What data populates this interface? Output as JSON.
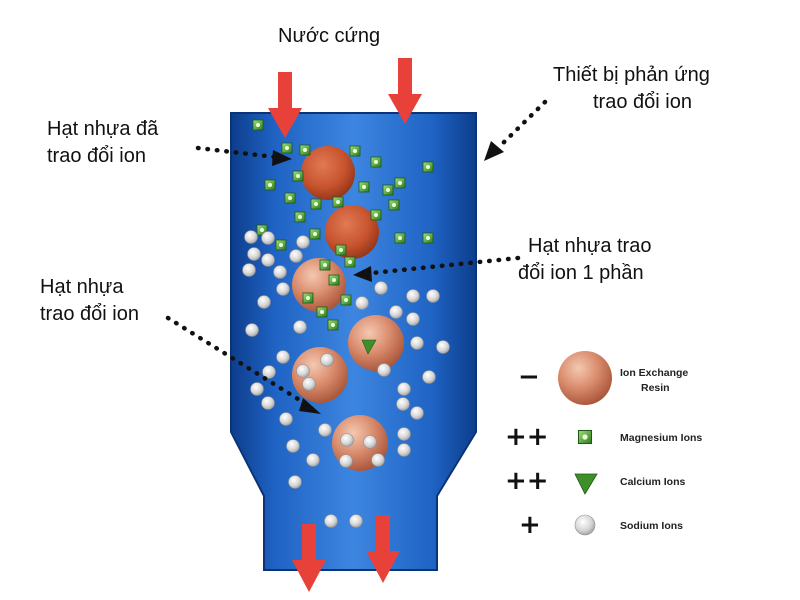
{
  "labels": {
    "hard_water": "Nước cứng",
    "reactor_l1": "Thiết bị phản ứng",
    "reactor_l2": "trao đổi ion",
    "exchanged_l1": "Hạt nhựa đã",
    "exchanged_l2": "trao đổi ion",
    "partial_l1": "Hạt nhựa trao",
    "partial_l2": "đổi ion 1 phần",
    "resin_l1": "Hạt nhựa",
    "resin_l2": "trao đổi ion"
  },
  "legend": {
    "resin_sign": "−",
    "resin_l1": "Ion Exchange",
    "resin_l2": "Resin",
    "magnesium_sign": "++",
    "magnesium": "Magnesium Ions",
    "calcium_sign": "++",
    "calcium": "Calcium Ions",
    "sodium_sign": "+",
    "sodium": "Sodium Ions"
  },
  "icons": {
    "inflow": "red-arrow-down-icon",
    "outflow": "red-arrow-down-icon",
    "resin": "resin-bead-icon",
    "magnesium": "green-square-icon",
    "calcium": "green-triangle-icon",
    "sodium": "gray-circle-icon"
  },
  "colors": {
    "vessel": "#1f63c4",
    "arrow": "#e8413a",
    "resin": "#d8896a",
    "resin_exchanged": "#c7532e",
    "magnesium": "#3e8f2a",
    "sodium": "#c9c9c9"
  }
}
